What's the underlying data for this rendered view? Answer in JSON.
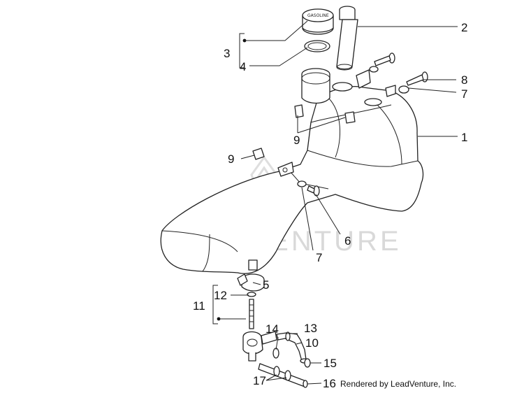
{
  "diagram": {
    "watermark": "LEADVENTURE",
    "credit": "Rendered by LeadVenture, Inc.",
    "cap_marking": "GASOLINE",
    "callouts": {
      "c1": "1",
      "c2": "2",
      "c3": "3",
      "c4": "4",
      "c5": "5",
      "c6": "6",
      "c7a": "7",
      "c7b": "7",
      "c8": "8",
      "c9a": "9",
      "c9b": "9",
      "c10": "10",
      "c11": "11",
      "c12": "12",
      "c13": "13",
      "c14": "14",
      "c15": "15",
      "c16": "16",
      "c17": "17"
    }
  }
}
